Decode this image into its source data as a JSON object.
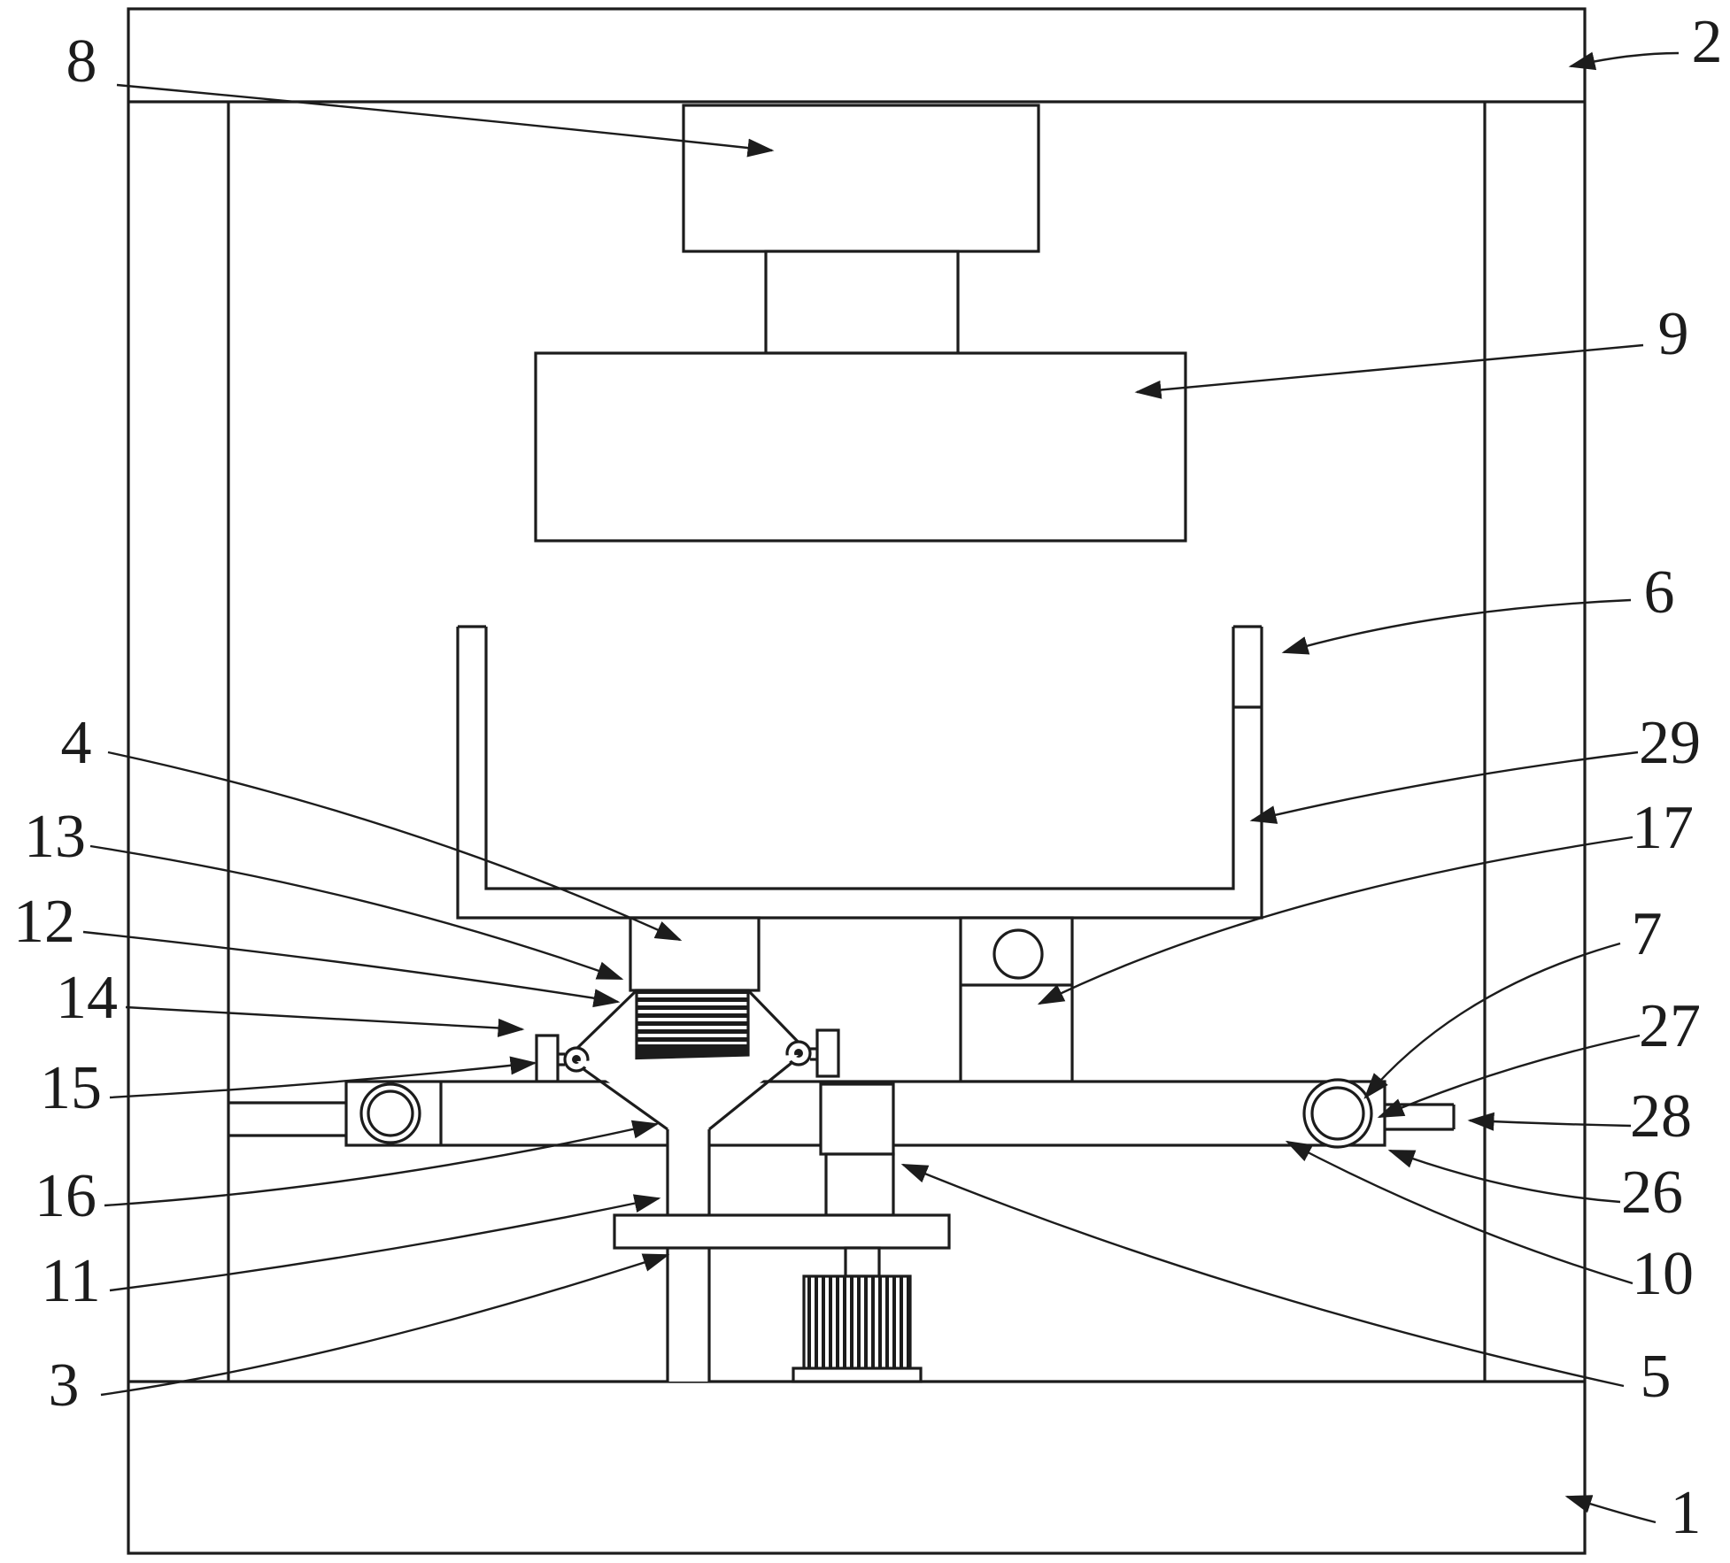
{
  "figure": {
    "kind": "patent-line-drawing",
    "description": "Sectional schematic of a machine frame with press head, container, spring-loaded center shaft, conveyor bar with end rollers, and motor"
  },
  "colors": {
    "ink": "#1c1c1c",
    "background": "#ffffff"
  },
  "labels": {
    "n1": "1",
    "n2": "2",
    "n3": "3",
    "n4": "4",
    "n5": "5",
    "n6": "6",
    "n7": "7",
    "n8": "8",
    "n9": "9",
    "n10": "10",
    "n11": "11",
    "n12": "12",
    "n13": "13",
    "n14": "14",
    "n15": "15",
    "n16": "16",
    "n17": "17",
    "n26": "26",
    "n27": "27",
    "n28": "28",
    "n29": "29"
  }
}
